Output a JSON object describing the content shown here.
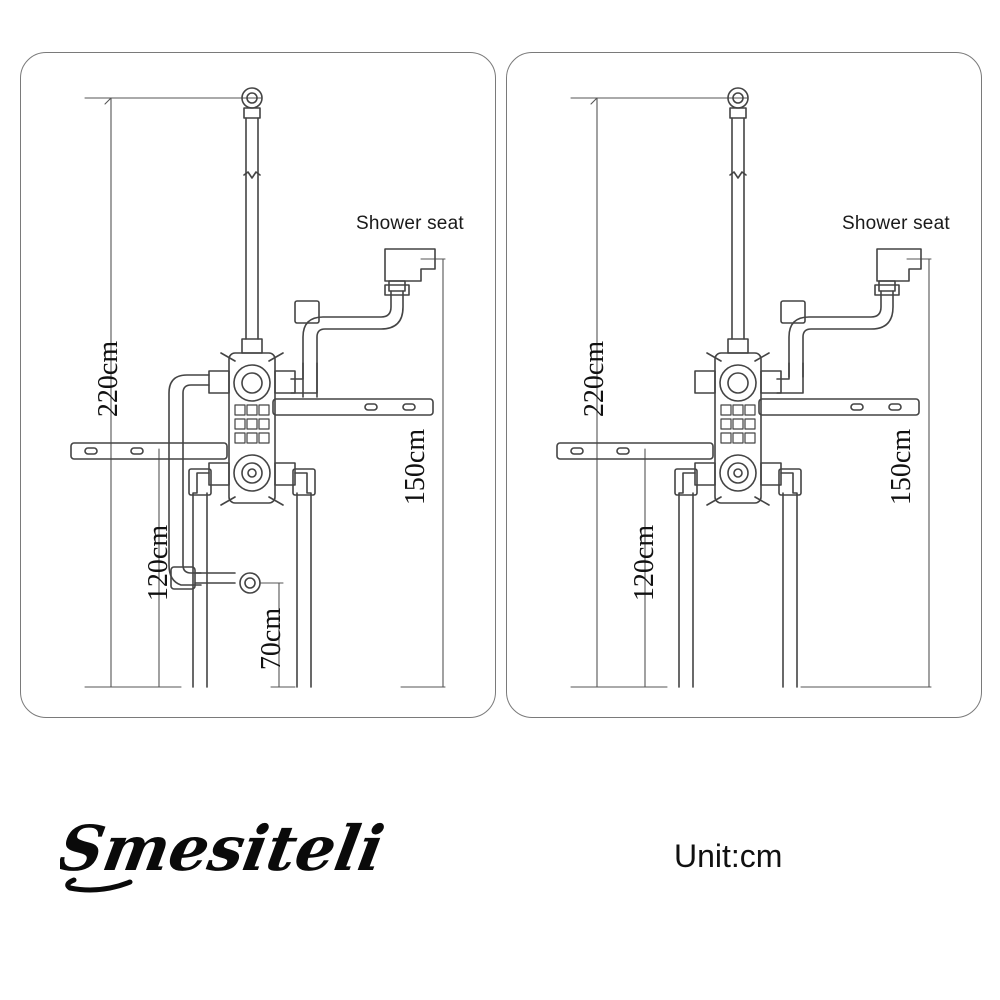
{
  "panels": [
    {
      "seat_label": "Shower seat",
      "dims": {
        "d220": "220cm",
        "d150": "150cm",
        "d120": "120cm",
        "d70": "70cm"
      }
    },
    {
      "seat_label": "Shower seat",
      "dims": {
        "d220": "220cm",
        "d150": "150cm",
        "d120": "120cm"
      }
    }
  ],
  "brand": "Smesiteli",
  "unit": "Unit:cm",
  "colors": {
    "line": "#444444",
    "border": "#7a7a7a",
    "text": "#111111"
  }
}
